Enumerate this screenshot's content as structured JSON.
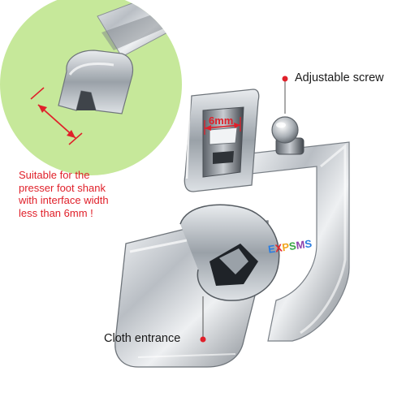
{
  "labels": {
    "adjustable_screw": "Adjustable screw",
    "cloth_entrance": "Cloth entrance",
    "dimension": "6mm"
  },
  "note_lines": [
    "Suitable for the",
    "presser foot shank",
    "with interface width",
    "less than 6mm !"
  ],
  "logo": {
    "letters": [
      "E",
      "X",
      "P",
      "S",
      "M",
      "S"
    ],
    "colors": [
      "#2a7de1",
      "#e3262f",
      "#f2a51c",
      "#3aa545",
      "#8e44ad",
      "#2a7de1"
    ]
  },
  "colors": {
    "accent_red": "#e0202a",
    "circle_green": "#c6e89a",
    "label_text": "#1a1a1a"
  }
}
